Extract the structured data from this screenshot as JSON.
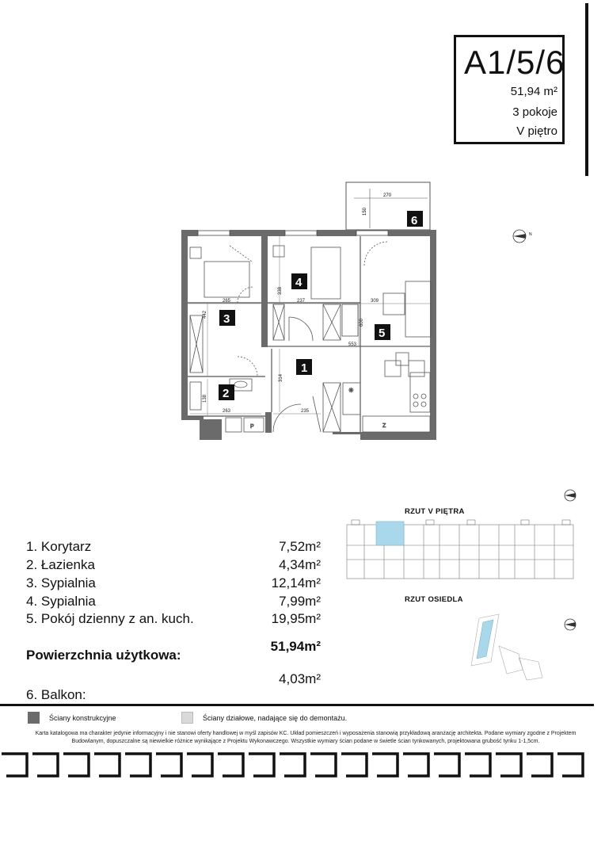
{
  "unit": {
    "code": "A1/5/6",
    "area": "51,94 m²",
    "rooms": "3 pokoje",
    "floor": "V piętro"
  },
  "plan": {
    "room_tags": [
      "1",
      "2",
      "3",
      "4",
      "5",
      "6"
    ],
    "dimensions": {
      "balcony_width": "270",
      "balcony_depth": "150",
      "room3_width": "265",
      "room3_depth": "442",
      "room4_width": "237",
      "room4_depth": "338",
      "room5_width": "309",
      "room5_depth": "600",
      "living_total": "553",
      "corridor_depth": "314",
      "corridor_width": "235",
      "bath_depth": "138",
      "bath_width": "263"
    },
    "fixtures": {
      "fridge_label": "Z",
      "washer_label": "P"
    }
  },
  "rooms": [
    {
      "name": "1. Korytarz",
      "area": "7,52m²"
    },
    {
      "name": "2. Łazienka",
      "area": "4,34m²"
    },
    {
      "name": "3. Sypialnia",
      "area": "12,14m²"
    },
    {
      "name": "4. Sypialnia",
      "area": "7,99m²"
    },
    {
      "name": "5. Pokój dzienny z an. kuch.",
      "area": "19,95m²"
    }
  ],
  "usable": {
    "label": "Powierzchnia użytkowa:",
    "value": "51,94m²"
  },
  "balcony": {
    "label": "6. Balkon:",
    "value": "4,03m²"
  },
  "key_plans": {
    "floor_title": "RZUT V PIĘTRA",
    "estate_title": "RZUT OSIEDLA",
    "compass_letter": "N",
    "highlight_color": "#a8d8ea"
  },
  "legend": {
    "structural": "Ściany konstrukcyjne",
    "partition": "Ściany działowe, nadające się do demontażu.",
    "structural_color": "#6b6b6b",
    "partition_color": "#d9d9d9"
  },
  "disclaimer": "Karta katalogowa ma charakter jedynie informacyjny i nie stanowi oferty handlowej w myśl zapisów KC. Układ pomieszczeń i wyposażenia stanowią przykładową aranżację architekta. Podane wymiary zgodne z Projektem Budowlanym, dopuszczalne są niewielkie różnice wynikające z Projektu Wykonawczego. Wszystkie wymiary ścian podane w świetle ścian tynkowanych, projektowana grubość tynku 1-1,5cm."
}
